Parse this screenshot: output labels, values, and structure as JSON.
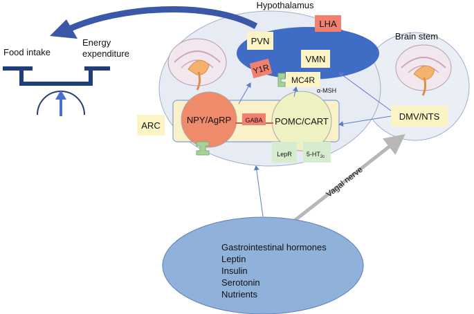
{
  "title": "Hypothalamus",
  "regions": {
    "brain_stem": "Brain stem",
    "pvn": "PVN",
    "lha": "LHA",
    "vmn": "VMN",
    "arc": "ARC",
    "dmv_nts": "DMV/NTS"
  },
  "neurons": {
    "npy_agrp": "NPY/AgRP",
    "pomc_cart": "POMC/CART"
  },
  "receptors": {
    "y1r": "Y1R",
    "mc4r": "MC4R",
    "lepr": "LepR",
    "ht2c_main": "5-HT",
    "ht2c_sub": "2c"
  },
  "signals": {
    "gaba": "GABA",
    "alpha_msh": "α-MSH",
    "vagal_nerve": "Vagal nerve"
  },
  "balance": {
    "food_intake": "Food intake",
    "energy_line1": "Energy",
    "energy_line2": "expenditure"
  },
  "periphery": {
    "items": [
      "Gastrointestinal hormones",
      "Leptin",
      "Insulin",
      "Serotonin",
      "Nutrients"
    ]
  },
  "colors": {
    "hypothalamus_fill": "#e6ebf4",
    "brainstem_fill": "#eaeef5",
    "pvn_vmn_fill": "#3f6cc5",
    "arc_box_fill": "#fbf1c9",
    "npy_fill": "#ef8a6a",
    "pomc_fill": "#eef1c2",
    "label_box_fill": "#fdf4c6",
    "red_box_fill": "#f08070",
    "receptor_fill": "#a8d19a",
    "periphery_fill": "#8fb1da",
    "arrow_blue": "#3a57a8",
    "vagal_gray": "#b7b7b7",
    "balance_navy": "#1f3e78"
  }
}
